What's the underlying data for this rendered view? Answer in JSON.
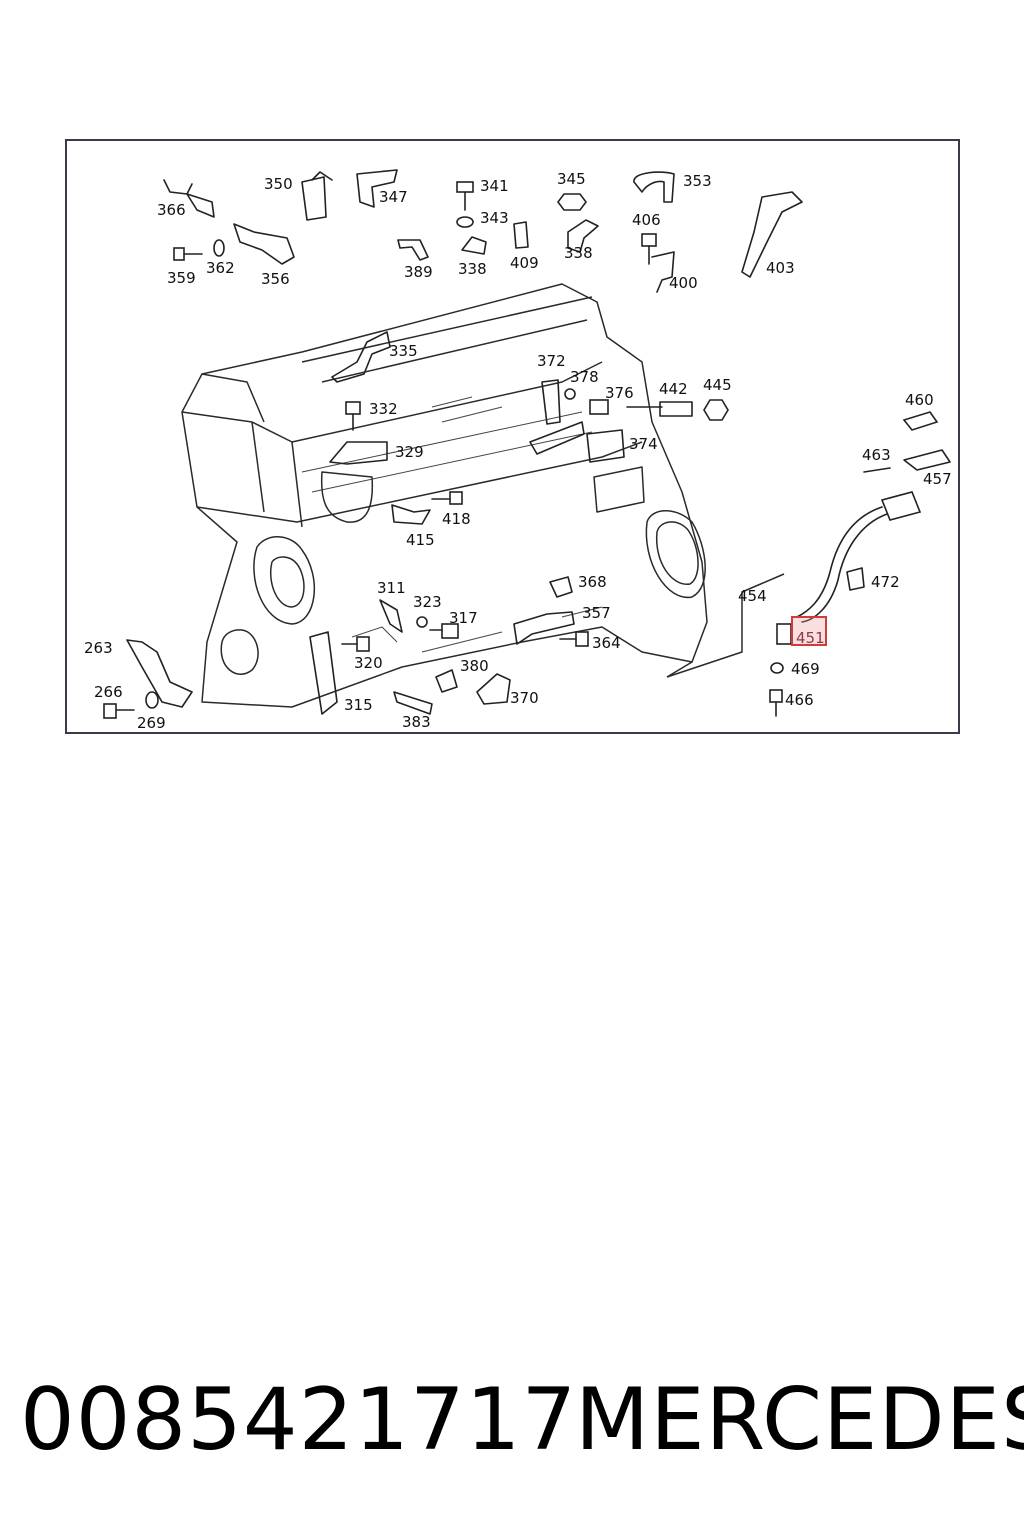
{
  "diagram": {
    "callouts": [
      "366",
      "350",
      "347",
      "341",
      "345",
      "353",
      "359",
      "362",
      "356",
      "389",
      "343",
      "338",
      "409",
      "338",
      "406",
      "400",
      "403",
      "335",
      "372",
      "378",
      "376",
      "442",
      "445",
      "332",
      "329",
      "374",
      "460",
      "463",
      "457",
      "418",
      "415",
      "311",
      "323",
      "317",
      "368",
      "357",
      "454",
      "472",
      "263",
      "320",
      "364",
      "380",
      "370",
      "469",
      "466",
      "266",
      "269",
      "315",
      "383"
    ],
    "highlighted_callout": "451",
    "highlight_color": "#d23b3b"
  },
  "footer": {
    "part_number": "0085421717",
    "brand": "MERCEDES"
  }
}
